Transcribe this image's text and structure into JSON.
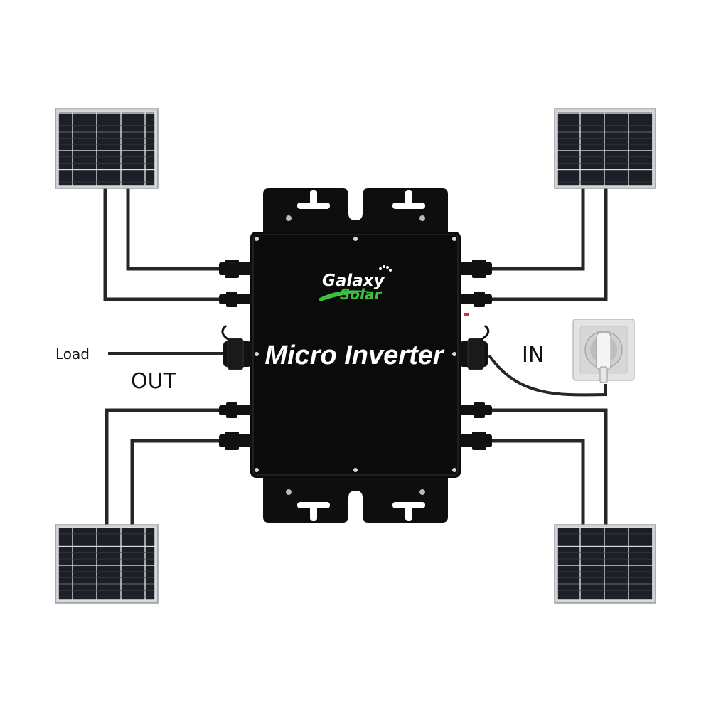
{
  "device": {
    "brand_line1": "Galaxy",
    "brand_line2": "Solar",
    "title": "Micro Inverter"
  },
  "labels": {
    "load": "Load",
    "out": "OUT",
    "in": "IN"
  },
  "panels": [
    {
      "name": "solar-panel-top-left"
    },
    {
      "name": "solar-panel-top-right"
    },
    {
      "name": "solar-panel-bottom-left"
    },
    {
      "name": "solar-panel-bottom-right"
    }
  ],
  "colors": {
    "body": "#0d0d0d",
    "cable": "#2a2a2a",
    "cell": "#1b1d22",
    "panel_frame": "#c9cbcf",
    "brand_green": "#3fbf3f",
    "socket_plate": "#e6e6e6"
  }
}
